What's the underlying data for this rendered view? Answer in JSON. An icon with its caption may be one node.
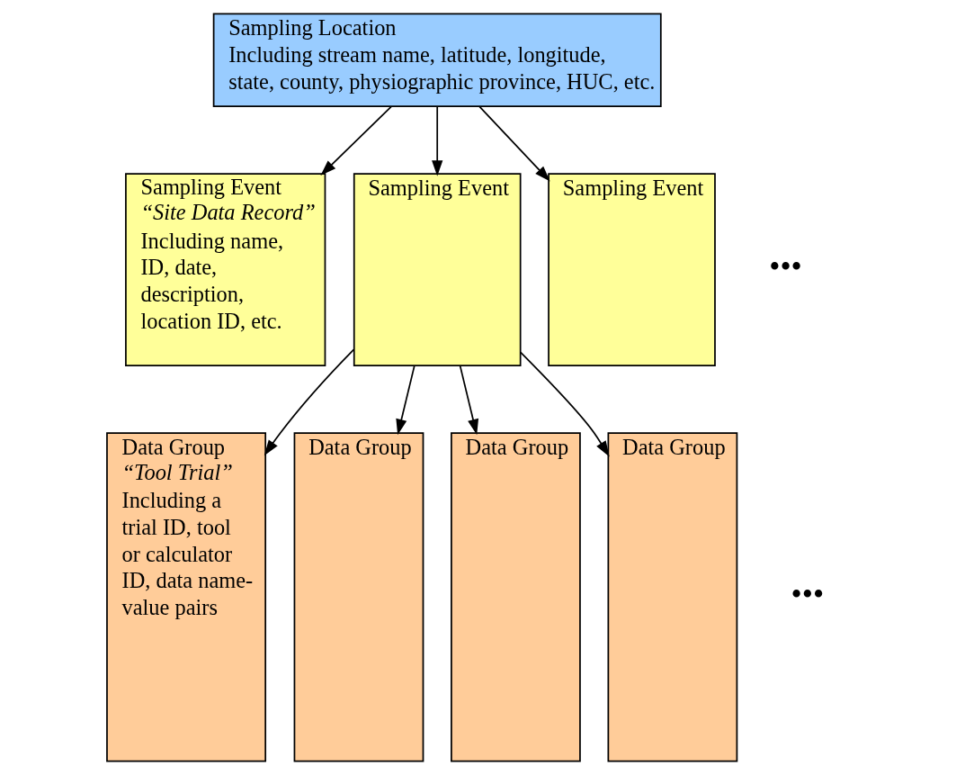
{
  "diagram": {
    "nodes": [
      {
        "text": [
          "Sampling Location",
          "Including stream name, latitude, longitude, state, county, physiographic province, HUC, etc."
        ]
      },
      {
        "text": [
          "Sampling Event",
          "“Site Data Record”",
          "Including name, ID, date, description, location ID, etc."
        ]
      },
      {
        "text": [
          "Sampling Event"
        ]
      },
      {
        "text": [
          "Sampling Event"
        ]
      },
      {
        "text": [
          "Data Group",
          "“Tool Trial”",
          "Including a trial ID, tool or calculator ID, data name-value pairs"
        ]
      },
      {
        "text": [
          "Data Group"
        ]
      },
      {
        "text": [
          "Data Group"
        ]
      },
      {
        "text": [
          "Data Group"
        ]
      }
    ],
    "edges": [
      {
        "from": 0,
        "to": 1,
        "arrow": "to"
      },
      {
        "from": 0,
        "to": 2,
        "arrow": "to"
      },
      {
        "from": 0,
        "to": 3,
        "arrow": "to"
      },
      {
        "from": 2,
        "to": 4,
        "arrow": "to"
      },
      {
        "from": 2,
        "to": 5,
        "arrow": "to"
      },
      {
        "from": 2,
        "to": 6,
        "arrow": "to"
      },
      {
        "from": 2,
        "to": 7,
        "arrow": "to"
      }
    ],
    "labels": [
      "•••",
      "•••"
    ]
  }
}
